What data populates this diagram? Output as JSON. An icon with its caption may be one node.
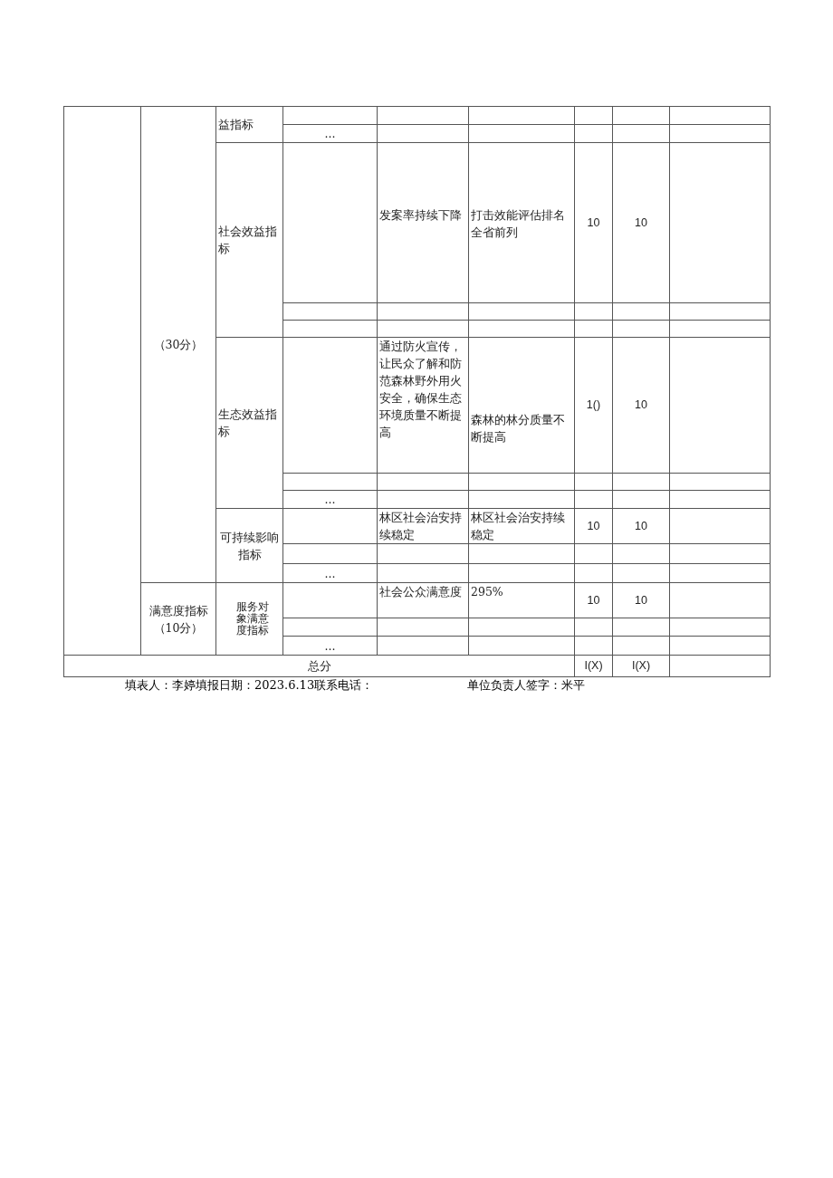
{
  "diagram": {
    "labels": [
      "益指标",
      "（30分）",
      "...",
      "社会效益指标",
      "发案率持续下降",
      "打击效能评估排名全省前列",
      "10",
      "10",
      "生态效益指标",
      "通过防火宣传，让民众了解和防范森林野外用火安全，确保生态环境质量不断提高",
      "森林的林分质量不断提高",
      "1()",
      "10",
      "...",
      "可持续影响指标",
      "林区社会治安持续稳定",
      "林区社会治安持续稳定",
      "10",
      "10",
      "...",
      "满意度指标",
      "（10分）",
      "服务对象满意度指标",
      "社会公众满意度",
      "295%",
      "10",
      "10",
      "...",
      "总分",
      "I(X)",
      "I(X)",
      "填表人：李婷填报日期：2023.6.13联系电话：",
      "单位负责人签字：米平"
    ]
  }
}
